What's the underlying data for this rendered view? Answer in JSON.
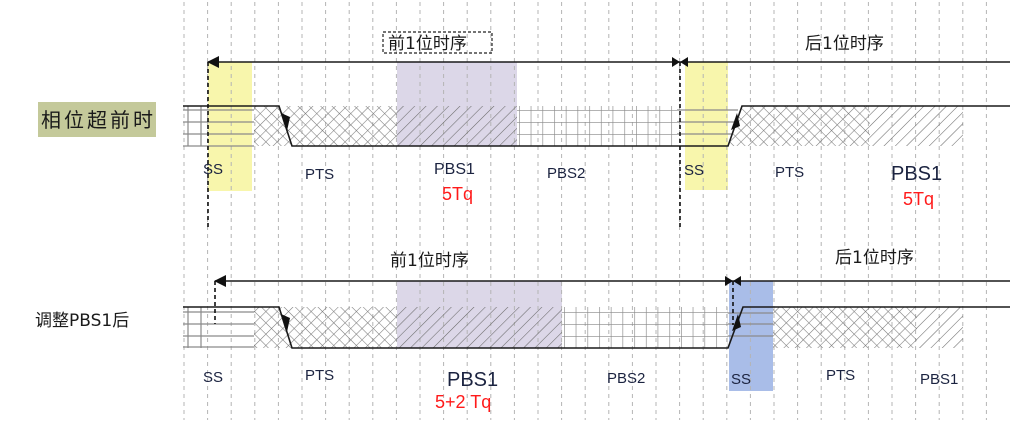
{
  "diagram": {
    "colors": {
      "ss_highlight_yellow": "#f8f6ac",
      "ss_highlight_blue": "#a9bde8",
      "pbs1_highlight": "#dcd7e8",
      "row_label_bg": "#c4c99a",
      "annotation_red": "#ff1a1a"
    },
    "row_before": {
      "row_label": "相位超前时",
      "prev_bit_label": "前1位时序",
      "next_bit_label": "后1位时序",
      "segments": {
        "ss": "SS",
        "pts": "PTS",
        "pbs1": "PBS1",
        "pbs1_len": "5Tq",
        "pbs2": "PBS2",
        "next_ss": "SS",
        "next_pts": "PTS",
        "next_pbs1": "PBS1",
        "next_pbs1_len": "5Tq"
      }
    },
    "row_after": {
      "row_label": "调整PBS1后",
      "prev_bit_label": "前1位时序",
      "next_bit_label": "后1位时序",
      "segments": {
        "ss": "SS",
        "pts": "PTS",
        "pbs1": "PBS1",
        "pbs1_len": "5+2 Tq",
        "pbs2": "PBS2",
        "next_ss": "SS",
        "next_pts": "PTS",
        "next_pbs1": "PBS1"
      }
    }
  }
}
